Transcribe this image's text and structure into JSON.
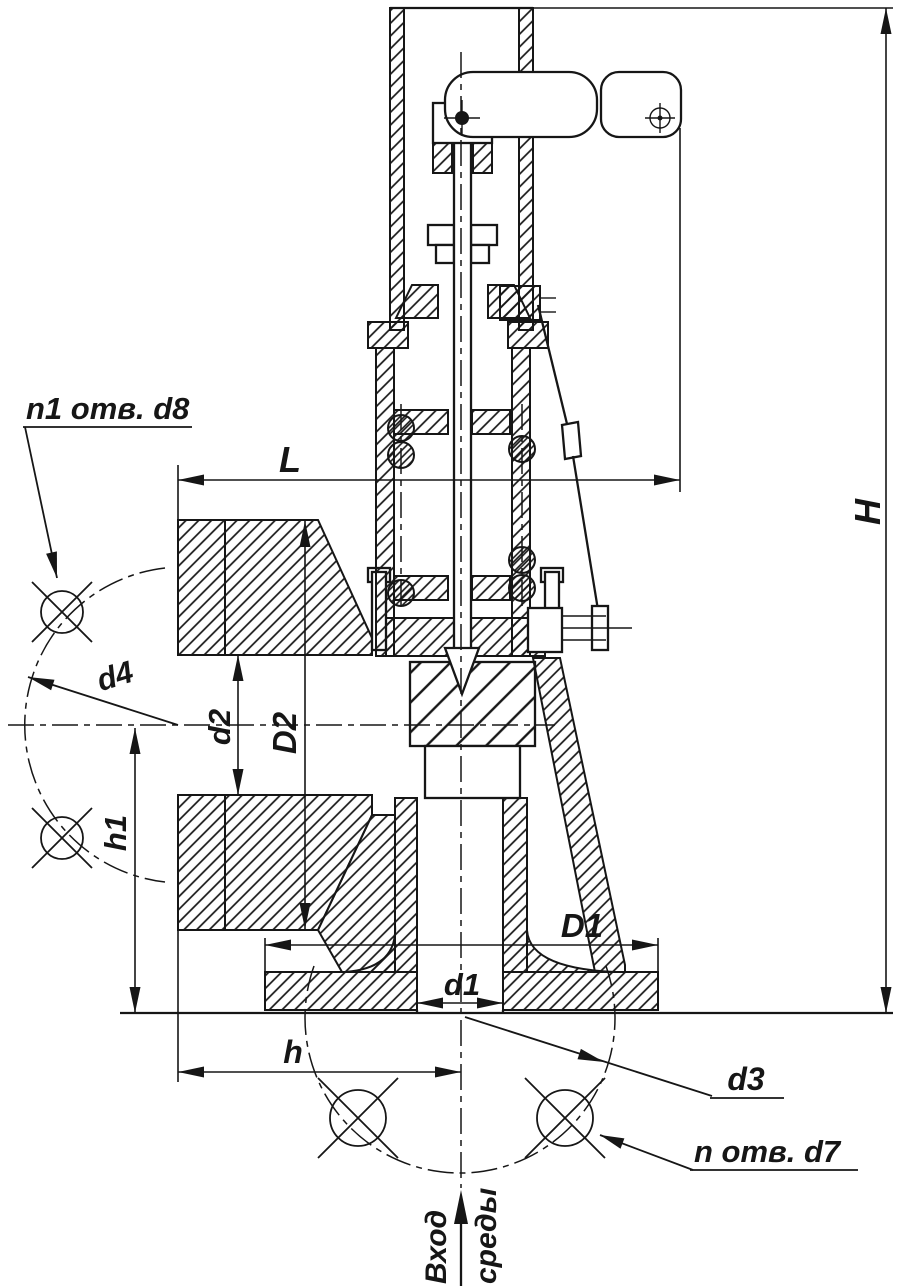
{
  "drawing": {
    "kind": "safety-valve-section-drawing",
    "background": "#ffffff",
    "line_color": "#161616",
    "labels": {
      "length": "L",
      "height": "H",
      "outlet_flange_od": "D2",
      "outlet_bore": "d2",
      "outlet_bolt_circle": "d4",
      "outlet_holes_note": "n1 отв. d8",
      "inlet_flange_od": "D1",
      "inlet_bore": "d1",
      "inlet_bolt_circle": "d3",
      "inlet_holes_note": "n отв. d7",
      "axis_height": "h1",
      "axis_offset": "h",
      "flow_word1": "Вход",
      "flow_word2": "среды"
    }
  }
}
